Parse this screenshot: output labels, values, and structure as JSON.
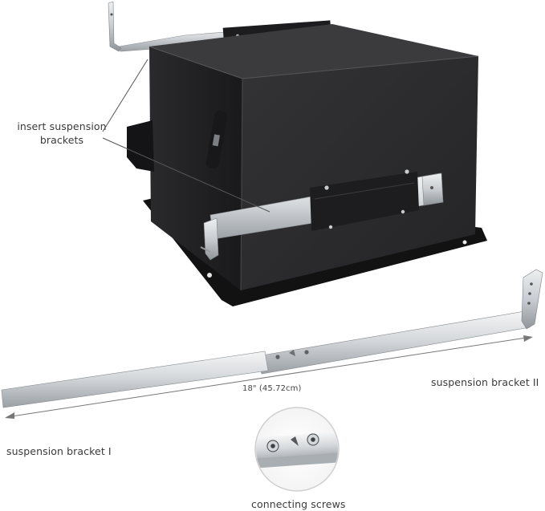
{
  "labels": {
    "insert_brackets_line1": "insert suspension",
    "insert_brackets_line2": "brackets",
    "dimension": "18\" (45.72cm)",
    "bracket_two": "suspension bracket II",
    "bracket_one": "suspension bracket I",
    "connecting_screws": "connecting screws"
  },
  "colors": {
    "box_front": "#2b2b2d",
    "box_top": "#3a3a3c",
    "box_side": "#1e1e20",
    "flange": "#111112",
    "metal_light": "#e4e6e8",
    "metal_dark": "#9ea2a6",
    "text": "#3a3a3a"
  }
}
